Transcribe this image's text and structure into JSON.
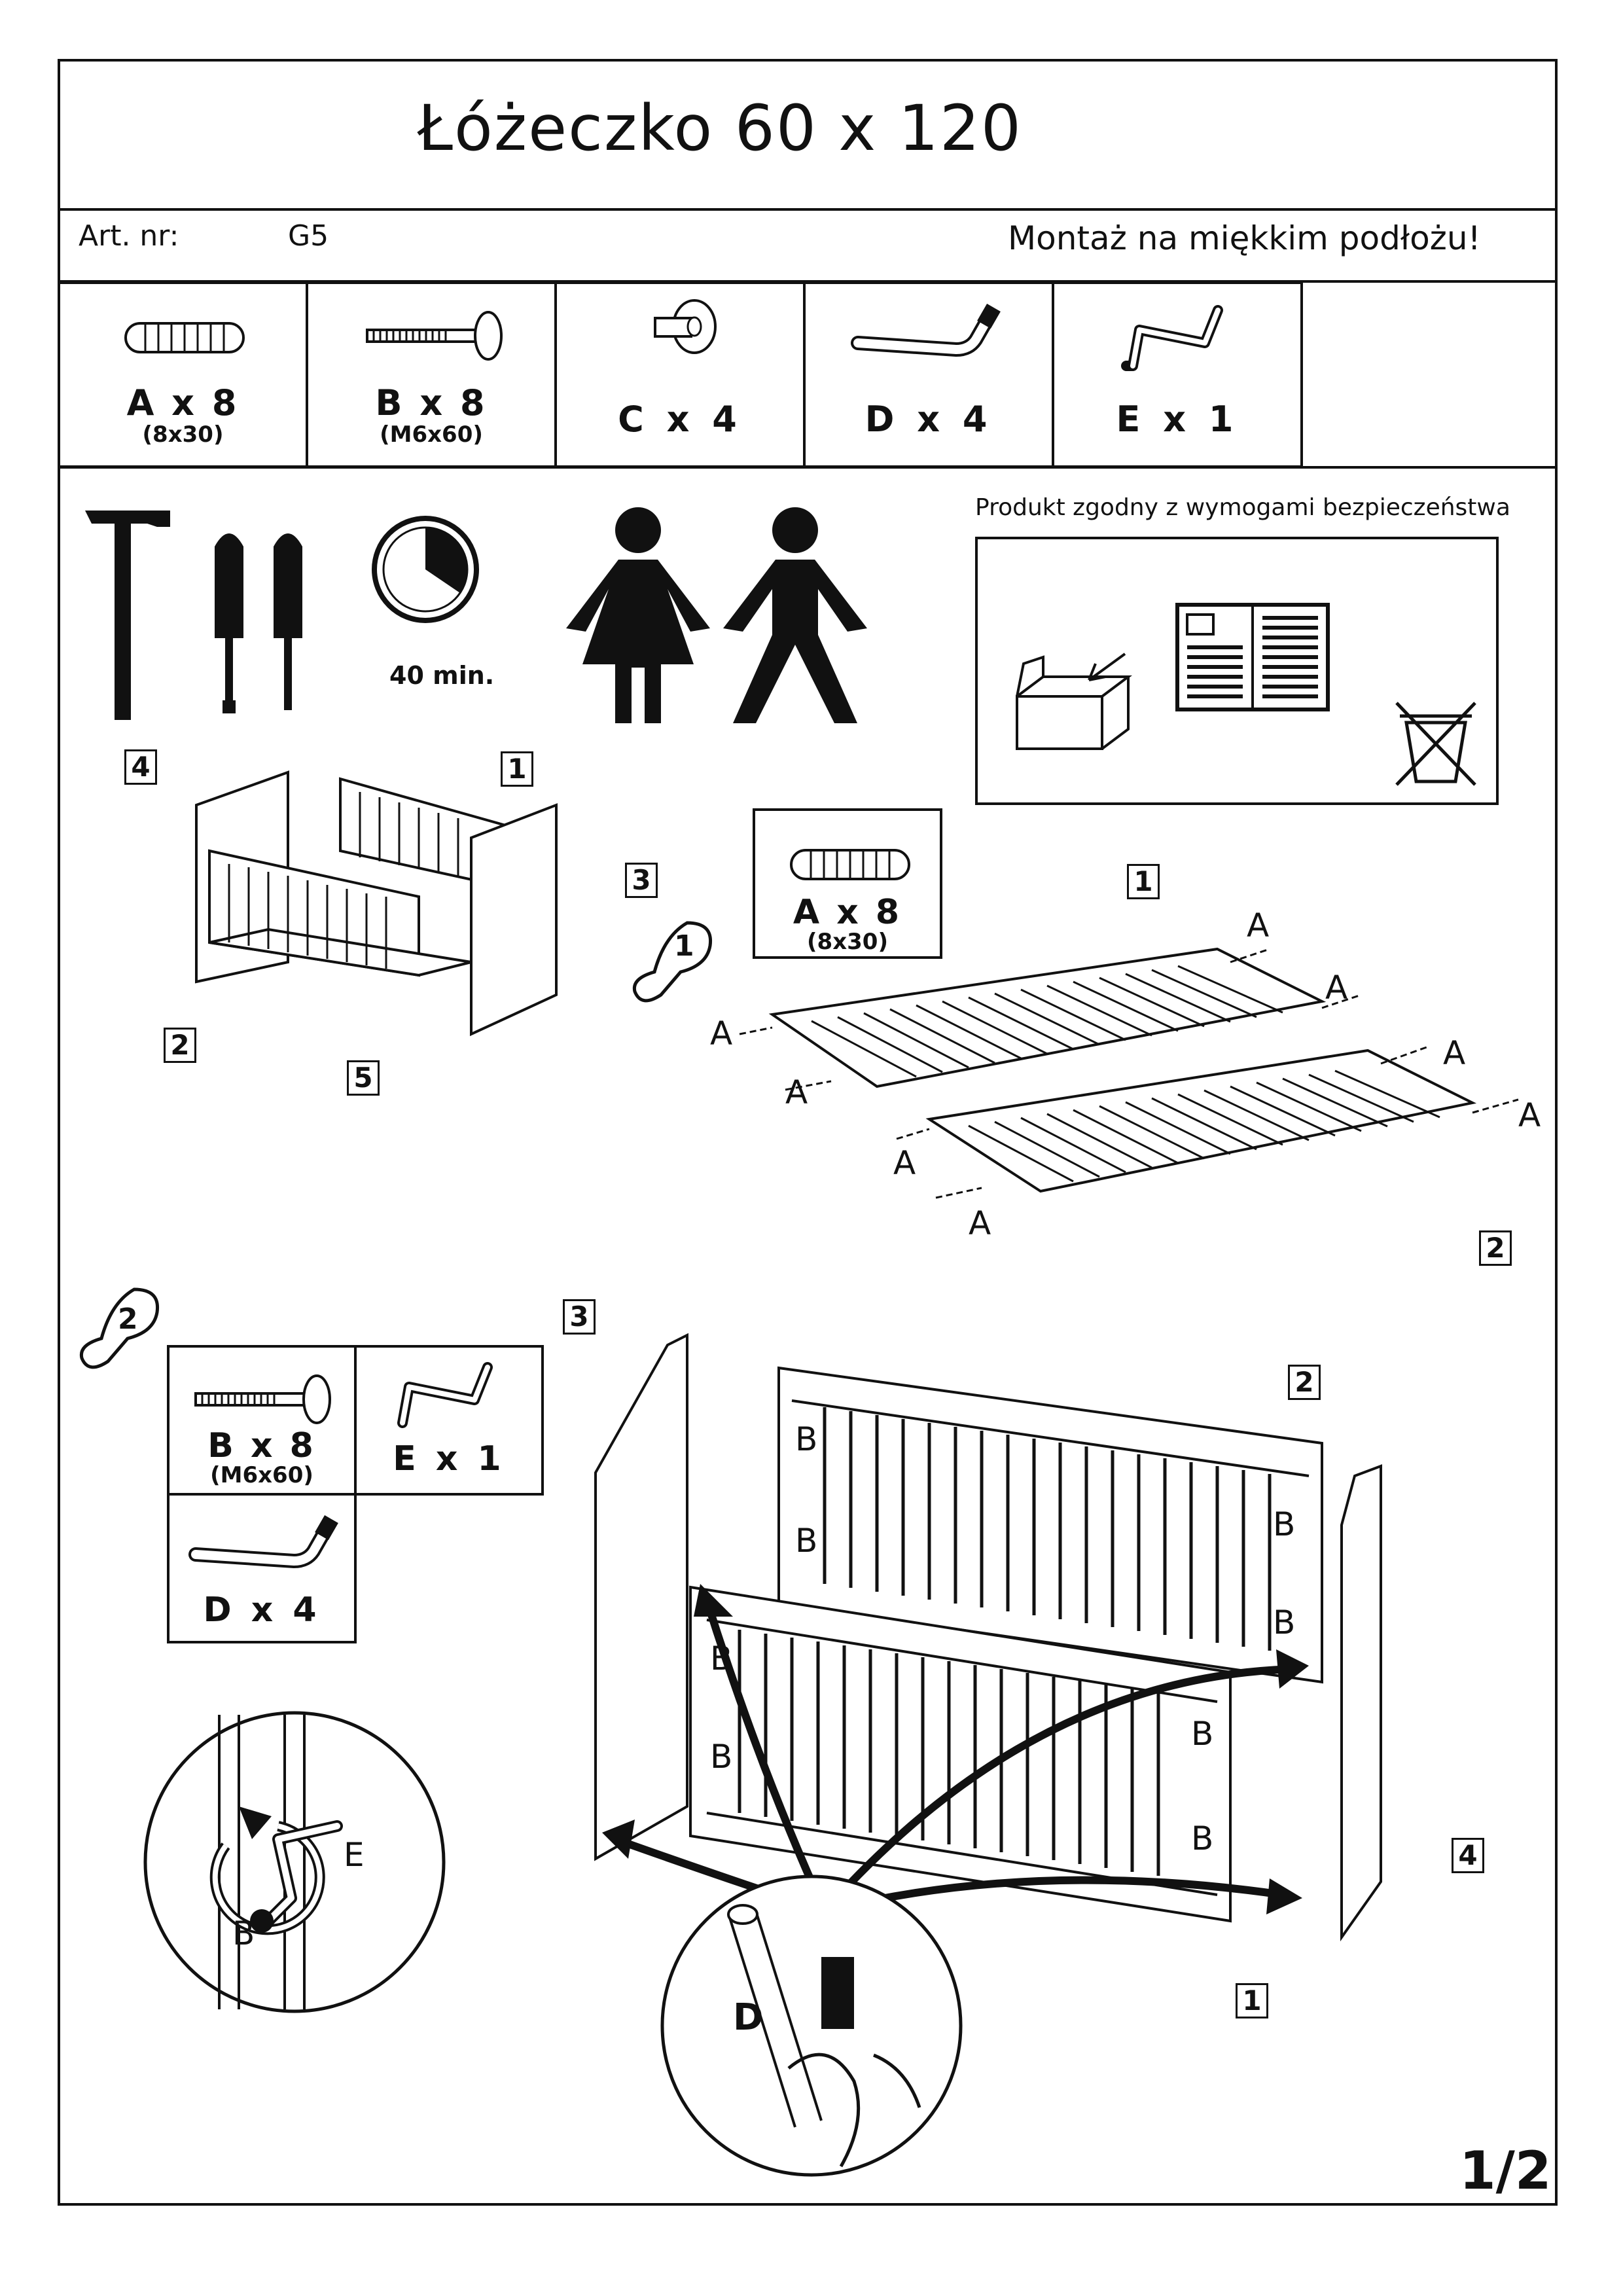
{
  "title": "Łóżeczko 60 x 120",
  "art_label": "Art. nr:",
  "art_value": "G5",
  "warning": "Montaż na miękkim podłożu!",
  "parts": [
    {
      "label": "A x 8",
      "sub": "(8x30)"
    },
    {
      "label": "B x 8",
      "sub": "(M6x60)"
    },
    {
      "label": "C x 4",
      "sub": ""
    },
    {
      "label": "D x 4",
      "sub": ""
    },
    {
      "label": "E x 1",
      "sub": ""
    }
  ],
  "time": "40 min.",
  "safety_title": "Produkt zgodny z wymogami bezpieczeństwa",
  "overview_tags": [
    "4",
    "1",
    "3",
    "2",
    "5"
  ],
  "step1": {
    "number": "1",
    "part_label": "A x 8",
    "part_sub": "(8x30)",
    "tags": [
      "1",
      "2"
    ],
    "pin_letter": "A"
  },
  "step2": {
    "number": "2",
    "parts": [
      {
        "label": "B x 8",
        "sub": "(M6x60)"
      },
      {
        "label": "E x 1",
        "sub": ""
      },
      {
        "label": "D x 4",
        "sub": ""
      }
    ],
    "tags": [
      "3",
      "2",
      "4",
      "1"
    ],
    "bolt_letter": "B",
    "detail_e": "E",
    "detail_b": "B",
    "detail_d": "D"
  },
  "page": "1/2"
}
